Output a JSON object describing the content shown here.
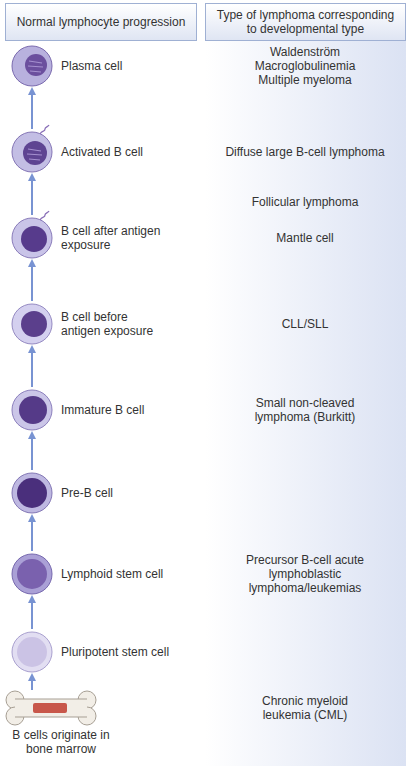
{
  "diagram": {
    "nodes": [
      {
        "text": [
          "Normal lymphocyte progression"
        ]
      },
      {
        "text": [
          "Type of lymphoma corresponding to developmental type"
        ]
      },
      {
        "text": [
          "Plasma cell"
        ]
      },
      {
        "text": [
          "Activated B cell"
        ]
      },
      {
        "text": [
          "B cell after antigen exposure"
        ]
      },
      {
        "text": [
          "B cell before antigen exposure"
        ]
      },
      {
        "text": [
          "Immature B cell"
        ]
      },
      {
        "text": [
          "Pre-B cell"
        ]
      },
      {
        "text": [
          "Lymphoid stem cell"
        ]
      },
      {
        "text": [
          "Pluripotent stem cell"
        ]
      },
      {
        "text": [
          "B cells originate in bone marrow"
        ]
      }
    ],
    "edges": [
      {
        "from": 10,
        "to": 9,
        "arrow": "to"
      },
      {
        "from": 9,
        "to": 8,
        "arrow": "to"
      },
      {
        "from": 8,
        "to": 7,
        "arrow": "to"
      },
      {
        "from": 7,
        "to": 6,
        "arrow": "to"
      },
      {
        "from": 6,
        "to": 5,
        "arrow": "to"
      },
      {
        "from": 5,
        "to": 4,
        "arrow": "to"
      },
      {
        "from": 4,
        "to": 3,
        "arrow": "to"
      },
      {
        "from": 3,
        "to": 2,
        "arrow": "to"
      }
    ],
    "labels": [
      "Waldenström Macroglobulinemia",
      "Multiple myeloma",
      "Diffuse large B-cell lymphoma",
      "Follicular lymphoma",
      "Mantle cell",
      "CLL/SLL",
      "Small non-cleaved lymphoma (Burkitt)",
      "Precursor B-cell acute lymphoblastic lymphoma/leukemias",
      "Chronic myeloid leukemia (CML)"
    ]
  }
}
